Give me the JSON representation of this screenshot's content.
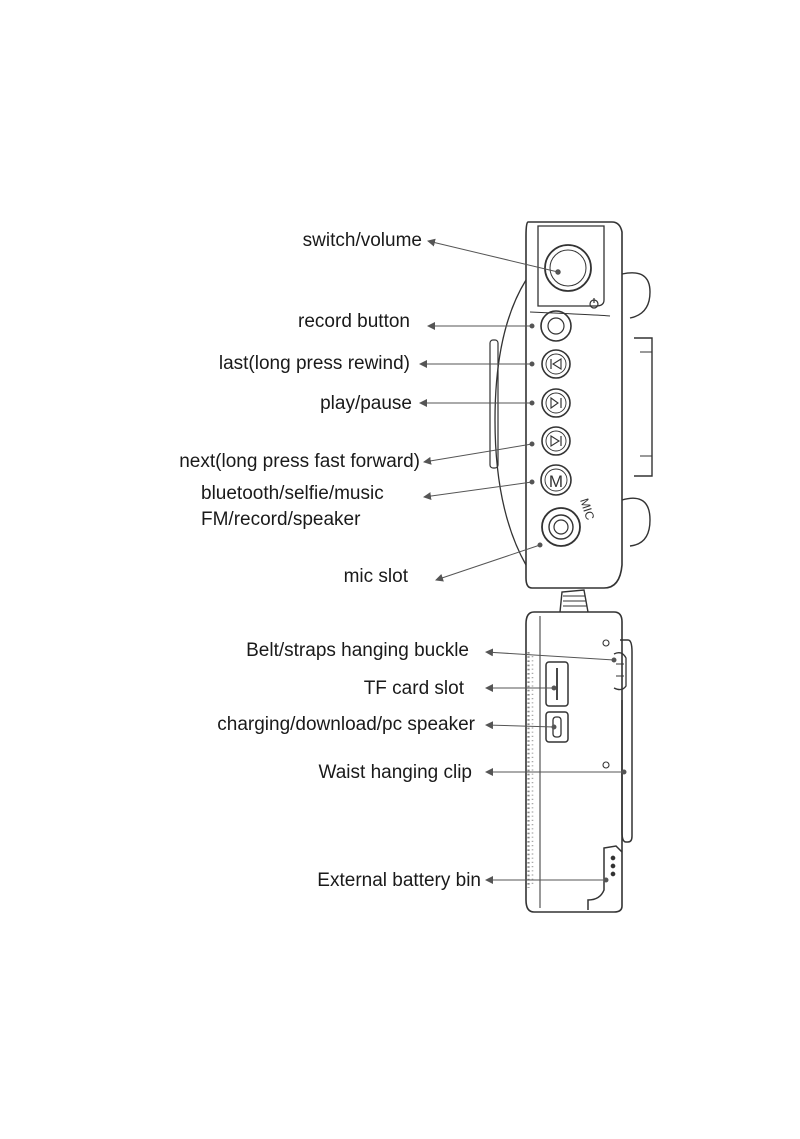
{
  "front_view": {
    "labels": {
      "switch_volume": "switch/volume",
      "record_button": "record button",
      "last": "last(long press rewind)",
      "play_pause": "play/pause",
      "next": "next(long press fast forward)",
      "mode_line1": "bluetooth/selfie/music",
      "mode_line2": "FM/record/speaker",
      "mic_slot": "mic slot"
    },
    "mic_text": "MIC",
    "mode_button_text": "M"
  },
  "side_view": {
    "labels": {
      "belt_buckle": "Belt/straps hanging buckle",
      "tf_card_slot": "TF card slot",
      "charging": "charging/download/pc speaker",
      "waist_clip": "Waist hanging clip",
      "battery_bin": "External battery bin"
    }
  },
  "colors": {
    "line": "#333333",
    "arrow": "#555555",
    "text": "#1a1a1a"
  }
}
